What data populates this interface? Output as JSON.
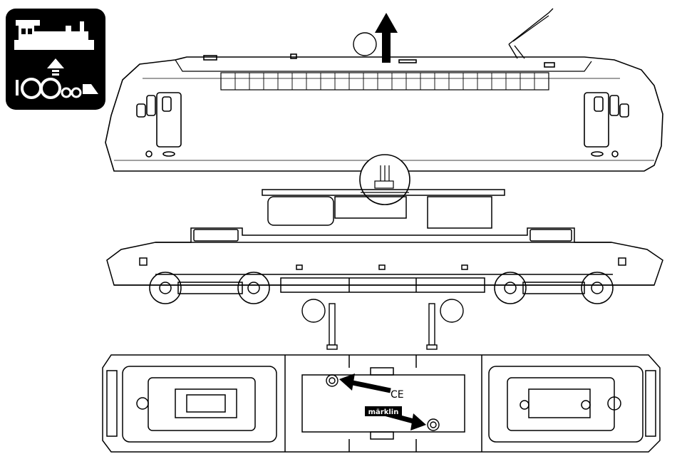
{
  "diagram": {
    "panels": [
      {
        "id": "body-shell",
        "kind": "loco-body",
        "view": "side"
      },
      {
        "id": "chassis",
        "kind": "loco-chassis",
        "view": "side"
      },
      {
        "id": "underside",
        "kind": "loco-underside",
        "view": "bottom"
      }
    ],
    "steps": [
      {
        "marker": "circle",
        "label": ""
      },
      {
        "marker": "circle",
        "label": ""
      },
      {
        "marker": "circle",
        "label": ""
      }
    ],
    "arrows": [
      {
        "kind": "lift-up",
        "color": "#000000"
      },
      {
        "kind": "screw-pointer",
        "color": "#000000"
      },
      {
        "kind": "screw-pointer",
        "color": "#000000"
      }
    ],
    "screws": 2,
    "marks": {
      "ce": "CE",
      "brand": "märklin"
    },
    "icon": {
      "name": "steam-locomotive-icon",
      "background": "#000000",
      "foreground": "#ffffff"
    }
  }
}
